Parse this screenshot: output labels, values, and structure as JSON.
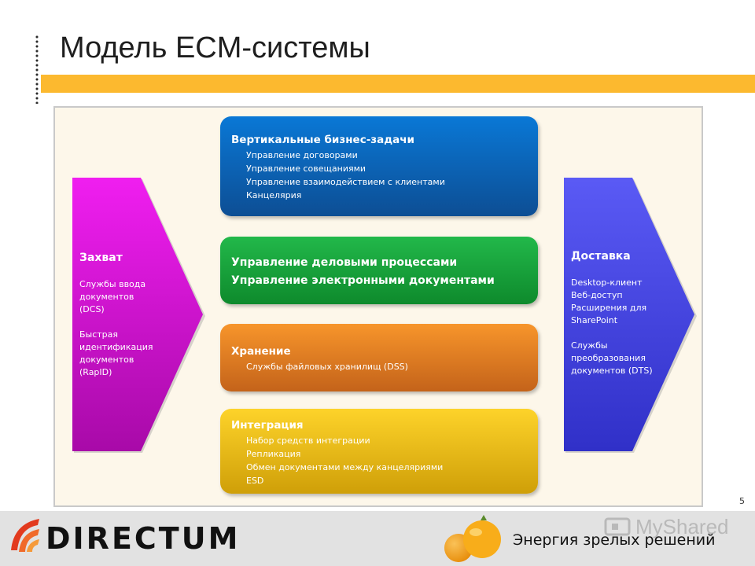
{
  "title": "Модель ECM-системы",
  "page_number": "5",
  "capture": {
    "heading": "Захват",
    "lines": [
      "Службы ввода",
      "документов",
      "(DCS)",
      "",
      "Быстрая",
      "идентификация",
      "документов",
      "(RapID)"
    ]
  },
  "delivery": {
    "heading": "Доставка",
    "lines": [
      "Desktop-клиент",
      "Веб-доступ",
      "Расширения для",
      "SharePoint",
      "",
      "Службы",
      "преобразования",
      "документов (DTS)"
    ]
  },
  "boxes": {
    "vertical": {
      "heading": "Вертикальные бизнес-задачи",
      "items": [
        "Управление договорами",
        "Управление совещаниями",
        "Управление взаимодействием с клиентами",
        "Канцелярия"
      ]
    },
    "processes": {
      "lines": [
        "Управление деловыми процессами",
        "Управление электронными документами"
      ]
    },
    "storage": {
      "heading": "Хранение",
      "items": [
        "Службы файловых хранилищ (DSS)"
      ]
    },
    "integration": {
      "heading": "Интеграция",
      "items": [
        "Набор средств интеграции",
        "Репликация",
        "Обмен документами между канцеляриями",
        "ESD"
      ]
    }
  },
  "footer": {
    "logo": "DIRECTUM",
    "tagline": "Энергия зрелых решений",
    "watermark": "MyShared"
  },
  "colors": {
    "accent_bar": "#fcb92f",
    "capture": "#cc10c8",
    "delivery": "#4646ea",
    "vertical": "#0a6cc4",
    "processes": "#1aa53e",
    "storage": "#e98426",
    "integration": "#f2c20f"
  }
}
